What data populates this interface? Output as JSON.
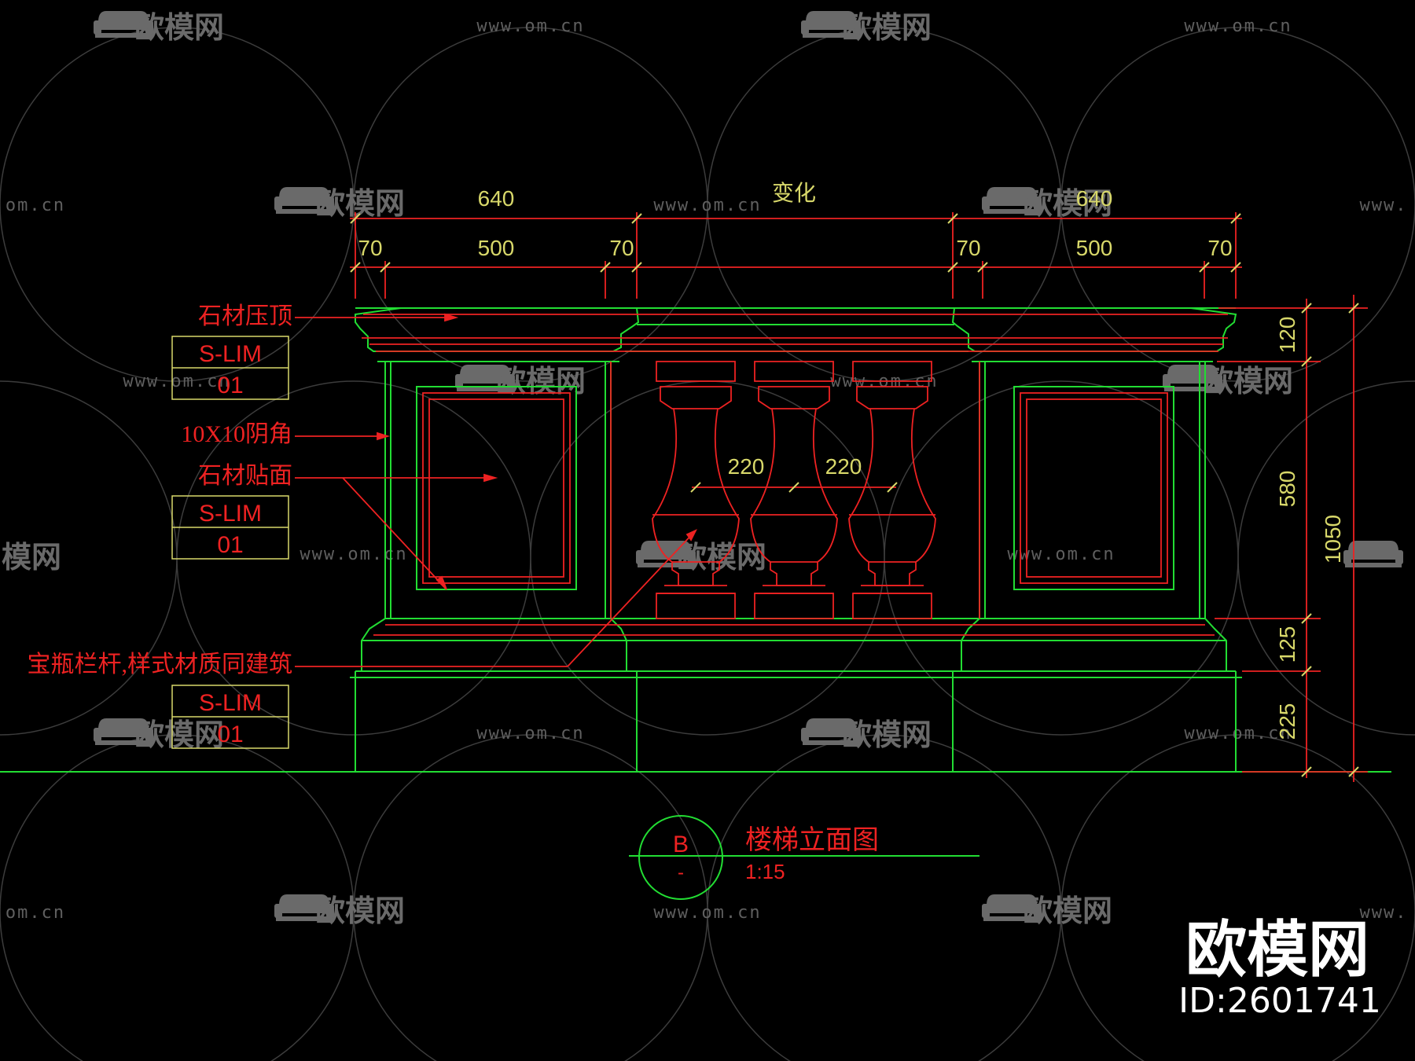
{
  "drawing": {
    "variation_label": "变化",
    "dims_top": {
      "overall_left": "640",
      "overall_right": "640",
      "left_parts": [
        "70",
        "500",
        "70"
      ],
      "right_parts": [
        "70",
        "500",
        "70"
      ]
    },
    "dims_baluster": [
      "220",
      "220"
    ],
    "dims_right": [
      "120",
      "580",
      "125",
      "225"
    ],
    "dim_total": "1050",
    "callouts": [
      {
        "text": "石材压顶"
      },
      {
        "text": "10X10阴角"
      },
      {
        "text": "石材贴面"
      },
      {
        "text": "宝瓶栏杆,样式材质同建筑"
      }
    ],
    "tags": [
      {
        "top": "S-LIM",
        "bottom": "01"
      },
      {
        "top": "S-LIM",
        "bottom": "01"
      },
      {
        "top": "S-LIM",
        "bottom": "01"
      }
    ],
    "title_mark": {
      "letter": "B",
      "sub": "-"
    },
    "title": "楼梯立面图",
    "scale": "1:15"
  },
  "watermark": {
    "brand": "欧模网",
    "url": "www.om.cn",
    "url_fragment": "om.cn",
    "url_fragment_right": "www.",
    "brand_fragment": "模网"
  },
  "branding": {
    "logo": "欧模网",
    "id_text": "ID:2601741"
  },
  "colors": {
    "background": "#000000",
    "outline_green": "#22dd33",
    "detail_red": "#ee2222",
    "dimension_yellow": "#d8d86a",
    "watermark_gray": "#6a6a6a"
  }
}
